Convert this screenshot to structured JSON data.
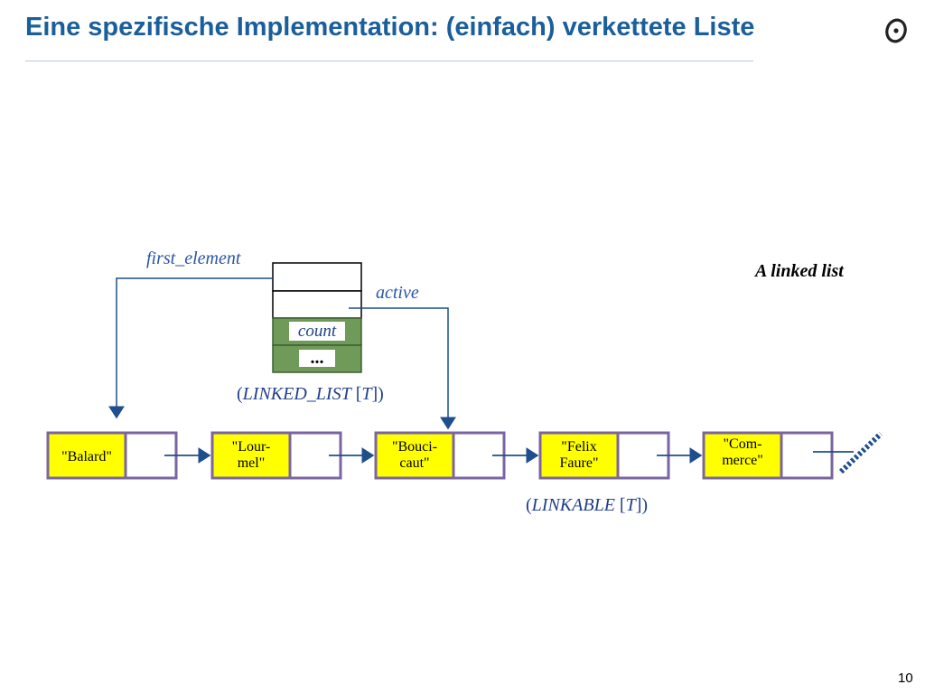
{
  "slide": {
    "title": "Eine spezifische Implementation: (einfach) verkettete Liste",
    "page_number": "10",
    "logo": "eth-chair-logo-icon"
  },
  "diagram": {
    "caption": "A linked list",
    "header_object": {
      "fields": [
        "",
        "",
        "count",
        "..."
      ],
      "type_label": {
        "open": "(",
        "name": "LINKED_LIST",
        "bracket_open": " [",
        "param": "T",
        "bracket_close": "])"
      }
    },
    "references": [
      {
        "label": "first_element",
        "target": "Balard"
      },
      {
        "label": "active",
        "target": "Bouci-caut"
      }
    ],
    "nodes": [
      {
        "lines": [
          "\"Balard\""
        ]
      },
      {
        "lines": [
          "\"Lour-",
          "mel\""
        ]
      },
      {
        "lines": [
          "\"Bouci-",
          "caut\""
        ]
      },
      {
        "lines": [
          "\"Felix",
          "Faure\""
        ]
      },
      {
        "lines": [
          "\"Com-",
          "merce\""
        ]
      }
    ],
    "node_type_label": {
      "open": "(",
      "name": "LINKABLE",
      "bracket_open": " [",
      "param": "T",
      "bracket_close": "])"
    },
    "terminator": "void-reference",
    "colors": {
      "title": "#1a5e9c",
      "node_fill": "#ffff00",
      "node_border": "#7a65a0",
      "arrow": "#1f4e8c",
      "header_green": "#6f9a5a"
    }
  }
}
